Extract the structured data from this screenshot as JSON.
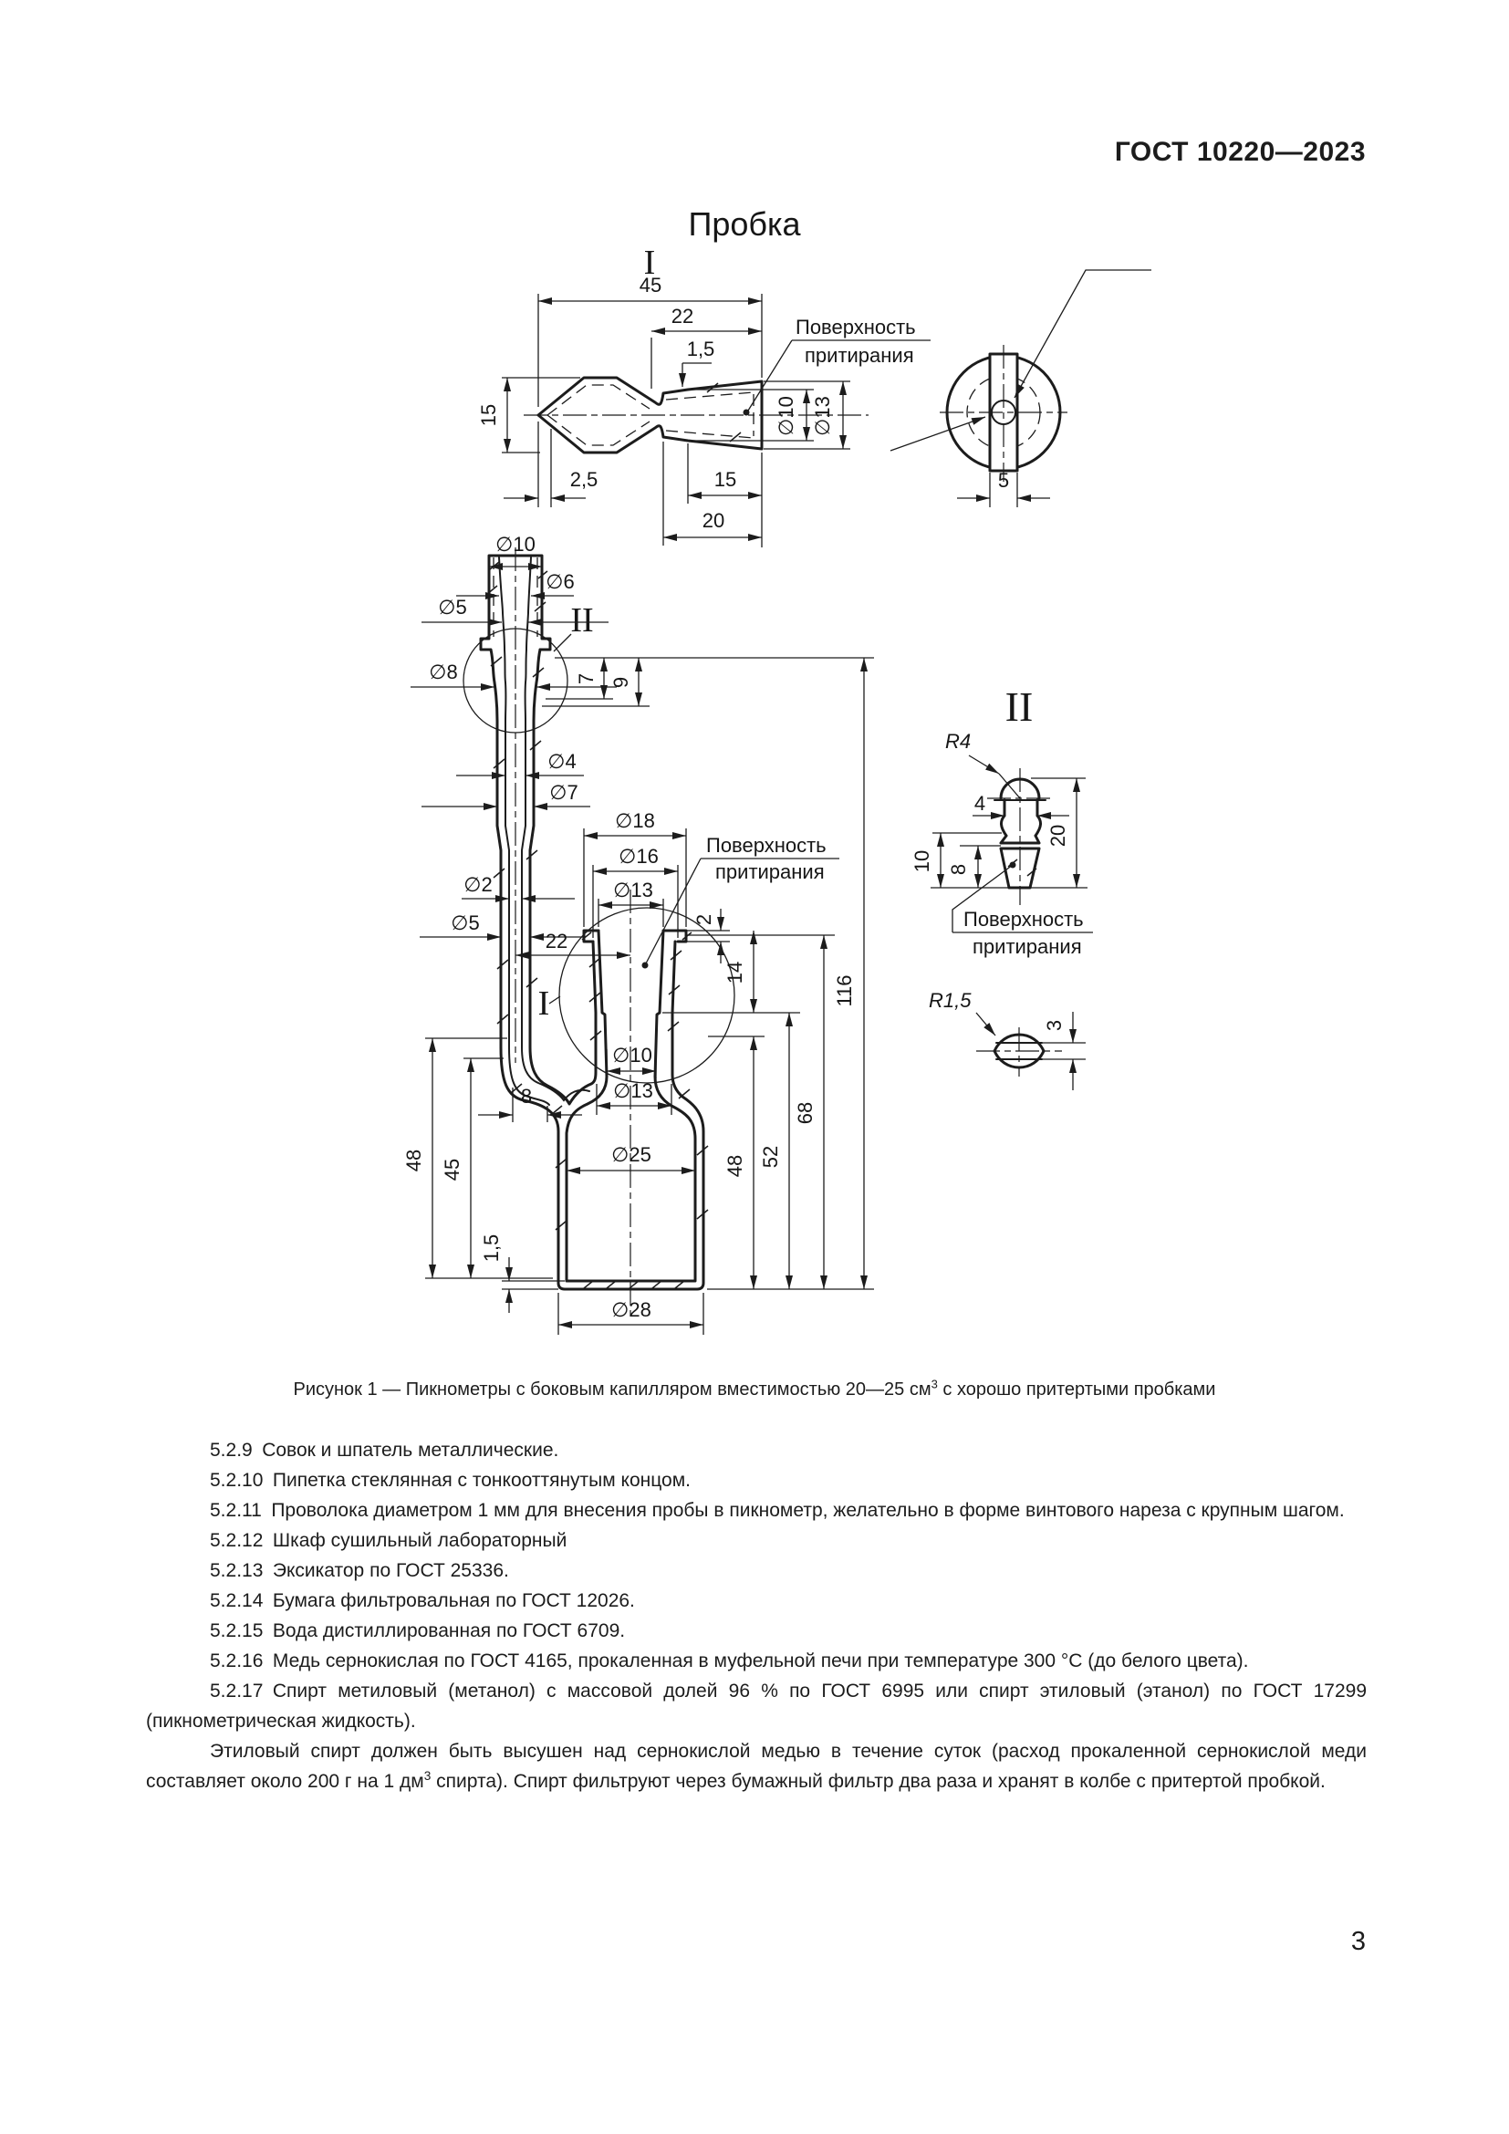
{
  "page": {
    "header": "ГОСТ 10220—2023",
    "page_number": "3"
  },
  "figure": {
    "stopper_title": "Пробка",
    "roman_one": "I",
    "roman_two": "II",
    "surface_label_line1": "Поверхность",
    "surface_label_line2": "притирания",
    "dims": {
      "n45": "45",
      "n22": "22",
      "n15": "15",
      "n20": "20",
      "n2_5": "2,5",
      "n1_5": "1,5",
      "n5": "5",
      "d10": "∅10",
      "d13": "∅13",
      "d6": "∅6",
      "d5": "∅5",
      "d8": "∅8",
      "d4": "∅4",
      "d7": "∅7",
      "d2": "∅2",
      "d18": "∅18",
      "d16": "∅16",
      "d25": "∅25",
      "d28": "∅28",
      "n7": "7",
      "n9": "9",
      "n2": "2",
      "n14": "14",
      "n116": "116",
      "n8": "8",
      "n48": "48",
      "n45v": "45",
      "n52": "52",
      "n68": "68",
      "r4": "R4",
      "n4": "4",
      "n10": "10",
      "n3": "3",
      "r1_5": "R1,5"
    }
  },
  "caption": {
    "pre": "Рисунок 1 — Пикнометры с боковым капилляром вместимостью 20—25 см",
    "sup": "3",
    "post": " с хорошо притертыми пробками"
  },
  "paragraphs": [
    {
      "text": "5.2.9 Совок и шпатель металлические."
    },
    {
      "text": "5.2.10 Пипетка стеклянная с тонкооттянутым концом."
    },
    {
      "text": "5.2.11 Проволока диаметром 1 мм для внесения пробы в пикнометр, желательно в форме винтового нареза с крупным шагом."
    },
    {
      "text": "5.2.12 Шкаф сушильный лабораторный"
    },
    {
      "text": "5.2.13 Эксикатор по ГОСТ 25336."
    },
    {
      "text": "5.2.14 Бумага фильтровальная по ГОСТ 12026."
    },
    {
      "text": "5.2.15 Вода дистиллированная по ГОСТ 6709."
    },
    {
      "text": "5.2.16 Медь сернокислая по ГОСТ 4165, прокаленная в муфельной печи при температуре 300 °С (до белого цвета)."
    },
    {
      "text": "5.2.17 Спирт метиловый (метанол) с массовой долей 96 % по ГОСТ 6995 или спирт этиловый (этанол) по ГОСТ 17299 (пикнометрическая жидкость)."
    },
    {
      "pre": "Этиловый спирт должен быть высушен над сернокислой медью в течение суток (расход прокаленной сернокислой меди составляет около 200 г на 1 дм",
      "sup": "3",
      "post": " спирта). Спирт фильтруют через бумажный фильтр два раза и хранят в колбе с притертой пробкой."
    }
  ],
  "colors": {
    "ink": "#1c1c1c",
    "paper": "#ffffff"
  }
}
